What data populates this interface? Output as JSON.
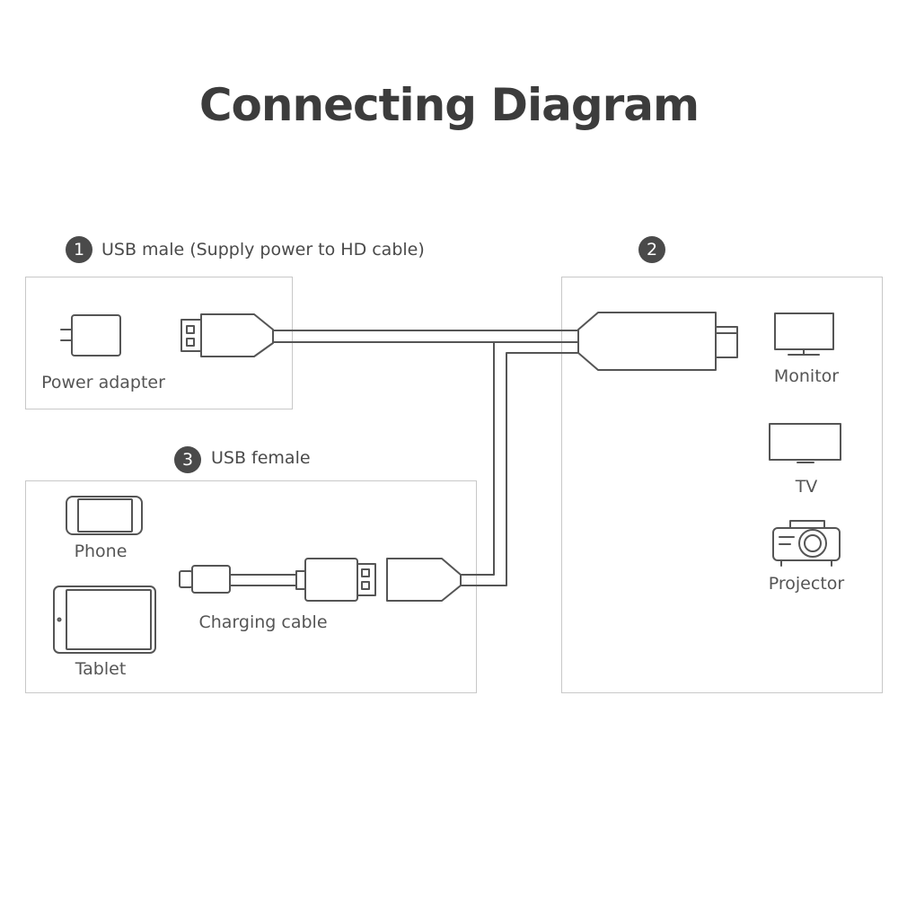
{
  "title": "Connecting Diagram",
  "sections": [
    {
      "number": "1",
      "label": "USB male (Supply power to HD cable)"
    },
    {
      "number": "2",
      "label": ""
    },
    {
      "number": "3",
      "label": "USB female"
    }
  ],
  "devices": {
    "power_adapter": "Power adapter",
    "phone": "Phone",
    "tablet": "Tablet",
    "charging_cable": "Charging cable",
    "monitor": "Monitor",
    "tv": "TV",
    "projector": "Projector"
  },
  "colors": {
    "line": "#555555",
    "panel_border": "#c8c8c8",
    "badge": "#4a4a4a"
  }
}
